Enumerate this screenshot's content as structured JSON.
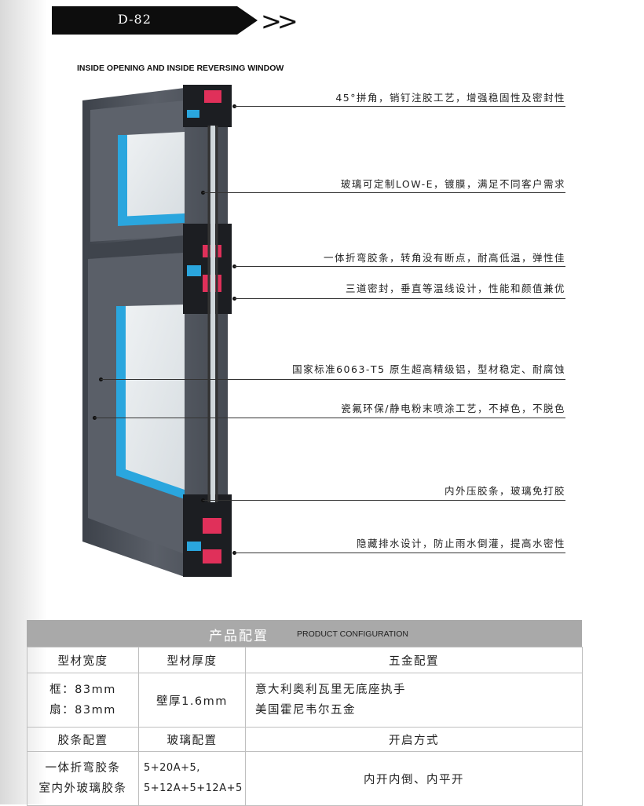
{
  "header": {
    "model": "D-82",
    "arrows": ">>",
    "subtitle": "INSIDE OPENING AND INSIDE REVERSING WINDOW"
  },
  "features": [
    {
      "text": "45°拼角，销钉注胶工艺，增强稳固性及密封性"
    },
    {
      "text": "玻璃可定制LOW-E，镀膜，满足不同客户需求"
    },
    {
      "text": "一体折弯胶条，转角没有断点，耐高低温，弹性佳"
    },
    {
      "text": "三道密封，垂直等温线设计，性能和颜值兼优"
    },
    {
      "text": "国家标准6063-T5 原生超高精级铝，型材稳定、耐腐蚀"
    },
    {
      "text": "瓷氟环保/静电粉末喷涂工艺，不掉色，不脱色"
    },
    {
      "text": "内外压胶条，玻璃免打胶"
    },
    {
      "text": "隐藏排水设计，防止雨水倒灌，提高水密性"
    }
  ],
  "config": {
    "title_cn": "产品配置",
    "title_en": "PRODUCT CONFIGURATION",
    "headers1": [
      "型材宽度",
      "型材厚度",
      "五金配置"
    ],
    "profile_width": [
      "框：83mm",
      "扇：83mm"
    ],
    "profile_thickness": "壁厚1.6mm",
    "hardware": [
      "意大利奥利瓦里无底座执手",
      "美国霍尼韦尔五金"
    ],
    "headers2": [
      "胶条配置",
      "玻璃配置",
      "开启方式"
    ],
    "gasket": [
      "一体折弯胶条",
      "室内外玻璃胶条"
    ],
    "glass": [
      "5+20A+5,",
      "5+12A+5+12A+5"
    ],
    "opening": "内开内倒、内平开"
  },
  "colors": {
    "frame": "#4a4f57",
    "frame_light": "#6b7079",
    "accent_blue": "#2aa6de",
    "gasket_red": "#e0305a",
    "header_gray": "#a9a9a9"
  }
}
